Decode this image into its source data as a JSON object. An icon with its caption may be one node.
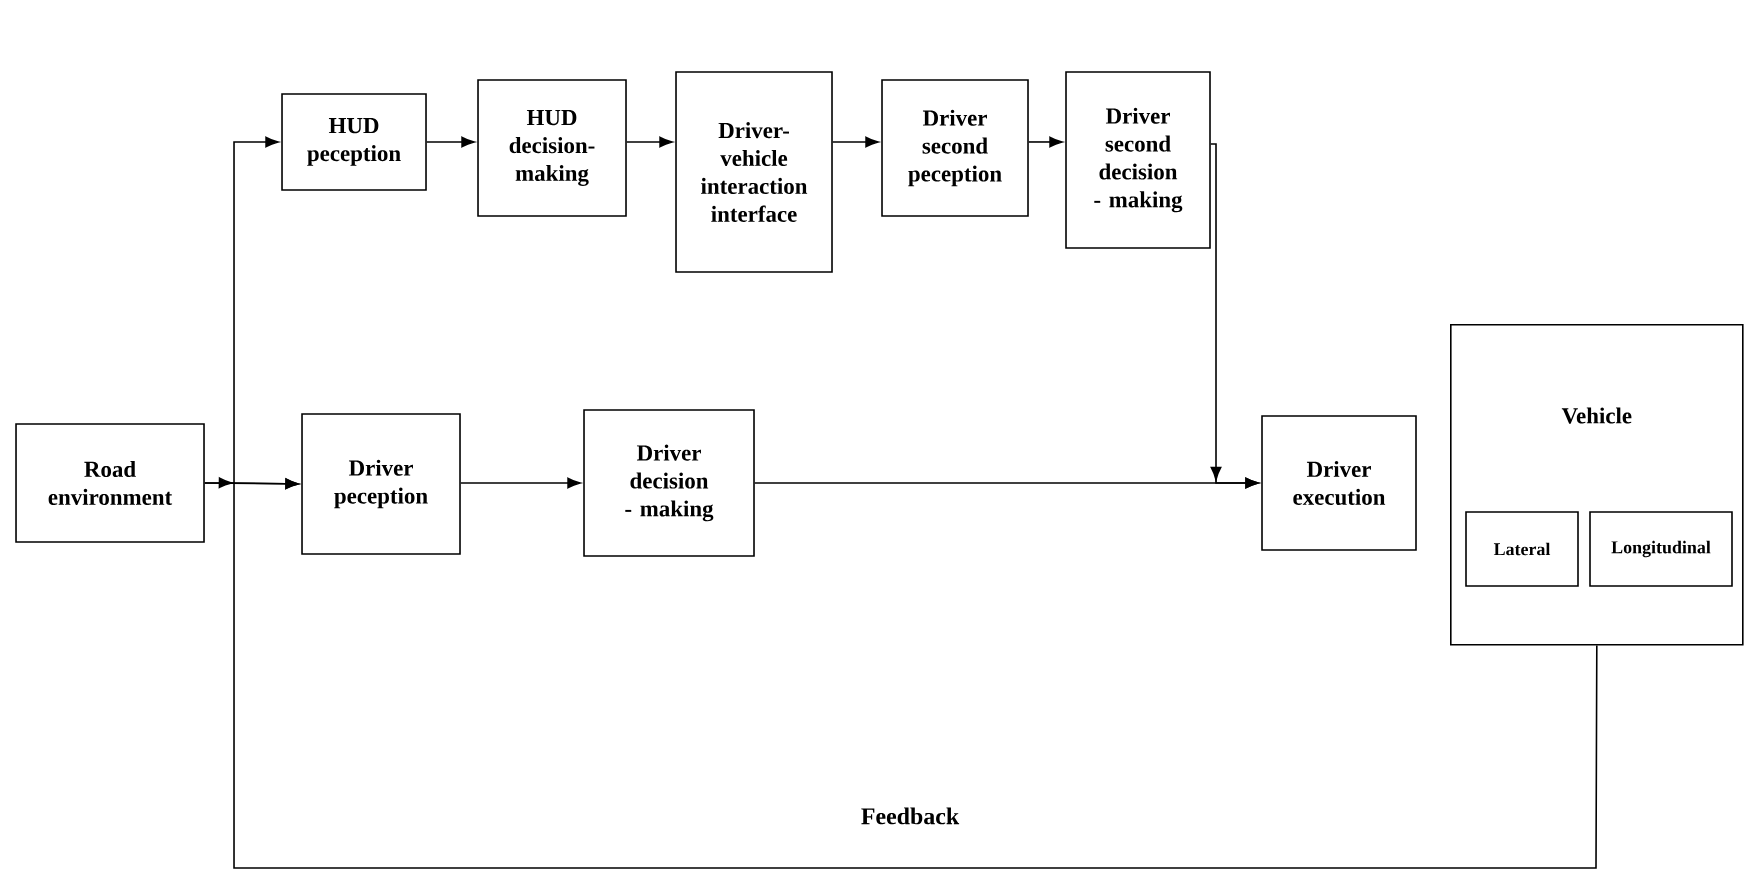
{
  "diagram": {
    "nodes": [
      {
        "text": [
          "Road environment"
        ]
      },
      {
        "text": [
          "HUD peception"
        ]
      },
      {
        "text": [
          "HUD decision-making"
        ]
      },
      {
        "text": [
          "Driver-vehicle interaction interface"
        ]
      },
      {
        "text": [
          "Driver second peception"
        ]
      },
      {
        "text": [
          "Driver second decision - making"
        ]
      },
      {
        "text": [
          "Driver peception"
        ]
      },
      {
        "text": [
          "Driver decision - making"
        ]
      },
      {
        "text": [
          "Driver execution"
        ]
      },
      {
        "text": [
          "Vehicle"
        ]
      },
      {
        "text": [
          "Lateral"
        ],
        "in": 9
      },
      {
        "text": [
          "Longitudinal"
        ],
        "in": 9
      }
    ],
    "edges": [
      {
        "from": 0,
        "to": 1,
        "arrow": "to"
      },
      {
        "from": 0,
        "to": 6,
        "arrow": "to"
      },
      {
        "from": 1,
        "to": 2,
        "arrow": "to"
      },
      {
        "from": 2,
        "to": 3,
        "arrow": "to"
      },
      {
        "from": 3,
        "to": 4,
        "arrow": "to"
      },
      {
        "from": 4,
        "to": 5,
        "arrow": "to"
      },
      {
        "from": 6,
        "to": 7,
        "arrow": "to"
      },
      {
        "from": 5,
        "to": 8,
        "arrow": "to"
      },
      {
        "from": 7,
        "to": 8,
        "arrow": "to"
      },
      {
        "from": 9,
        "to": 6,
        "arrow": "to",
        "label": "Feedback"
      }
    ]
  }
}
